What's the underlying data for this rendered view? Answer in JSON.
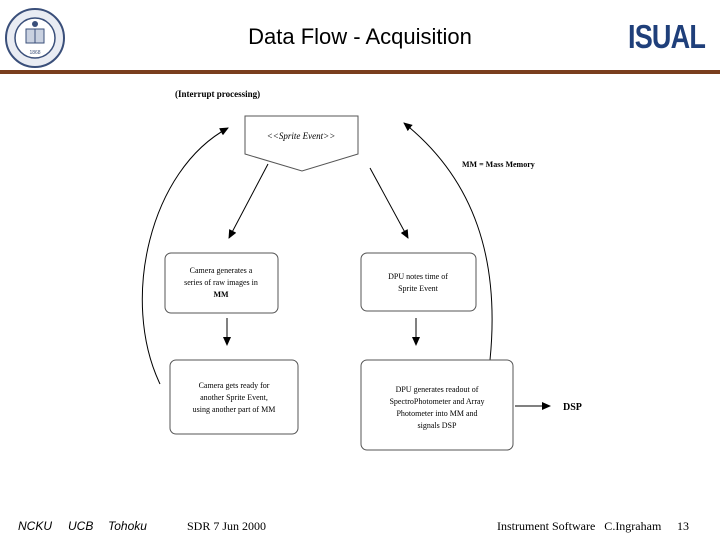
{
  "header": {
    "title": "Data Flow - Acquisition",
    "logo_text": "ISUAL",
    "seal_text": "UNIVERSITY OF CALIFORNIA 1868"
  },
  "diagram": {
    "interrupt_label": "(Interrupt processing)",
    "sprite_event": "<<Sprite Event>>",
    "mm_note": "MM = Mass Memory",
    "camera_box_1": [
      "Camera generates a",
      "series of raw images in",
      "MM"
    ],
    "camera_box_2": [
      "Camera gets ready for",
      "another Sprite Event,",
      "using another part of MM"
    ],
    "dpu_box_1": [
      "DPU notes time of",
      "Sprite Event"
    ],
    "dpu_box_2": [
      "DPU generates readout of",
      "SpectroPhotometer and Array",
      "Photometer into MM and",
      "signals DSP"
    ],
    "dsp_label": "DSP"
  },
  "footer": {
    "ncku": "NCKU",
    "ucb": "UCB",
    "tohoku": "Tohoku",
    "date": "SDR 7 Jun 2000",
    "credit": "Instrument Software   C.Ingraham",
    "page": "13"
  },
  "colors": {
    "rule": "#7a3e1e",
    "logo": "#1f3f7a",
    "seal": "#3a4f7a"
  }
}
